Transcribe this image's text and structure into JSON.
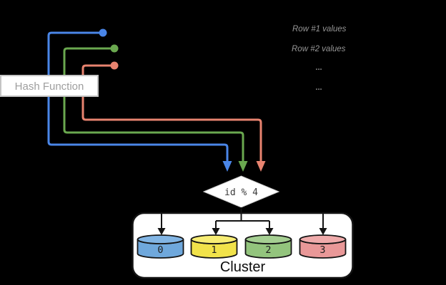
{
  "colors": {
    "background": "#000000",
    "row1": "#4a86e8",
    "row2": "#6aa84f",
    "row3": "#e8836f",
    "muted_text": "#969696",
    "hash_box_border": "#c4c4c4",
    "hash_box_fill": "#ffffff",
    "connector": "#141414",
    "diamond_fill": "#ffffff",
    "diamond_border": "#cccccc"
  },
  "hash_function": {
    "label": "Hash Function"
  },
  "rows": {
    "row1_label": "Row #1 values",
    "row2_label": "Row #2 values",
    "ellipsis_1": "...",
    "ellipsis_2": "..."
  },
  "hash_node": {
    "label": "id % 4"
  },
  "cluster": {
    "label": "Cluster",
    "nodes": [
      {
        "label": "0",
        "body_fill": "#6fa8dc",
        "top_fill": "#82b5e4"
      },
      {
        "label": "1",
        "body_fill": "#f1e24a",
        "top_fill": "#f7ed74"
      },
      {
        "label": "2",
        "body_fill": "#93c47d",
        "top_fill": "#a5cf92"
      },
      {
        "label": "3",
        "body_fill": "#e99898",
        "top_fill": "#efabab"
      }
    ]
  }
}
